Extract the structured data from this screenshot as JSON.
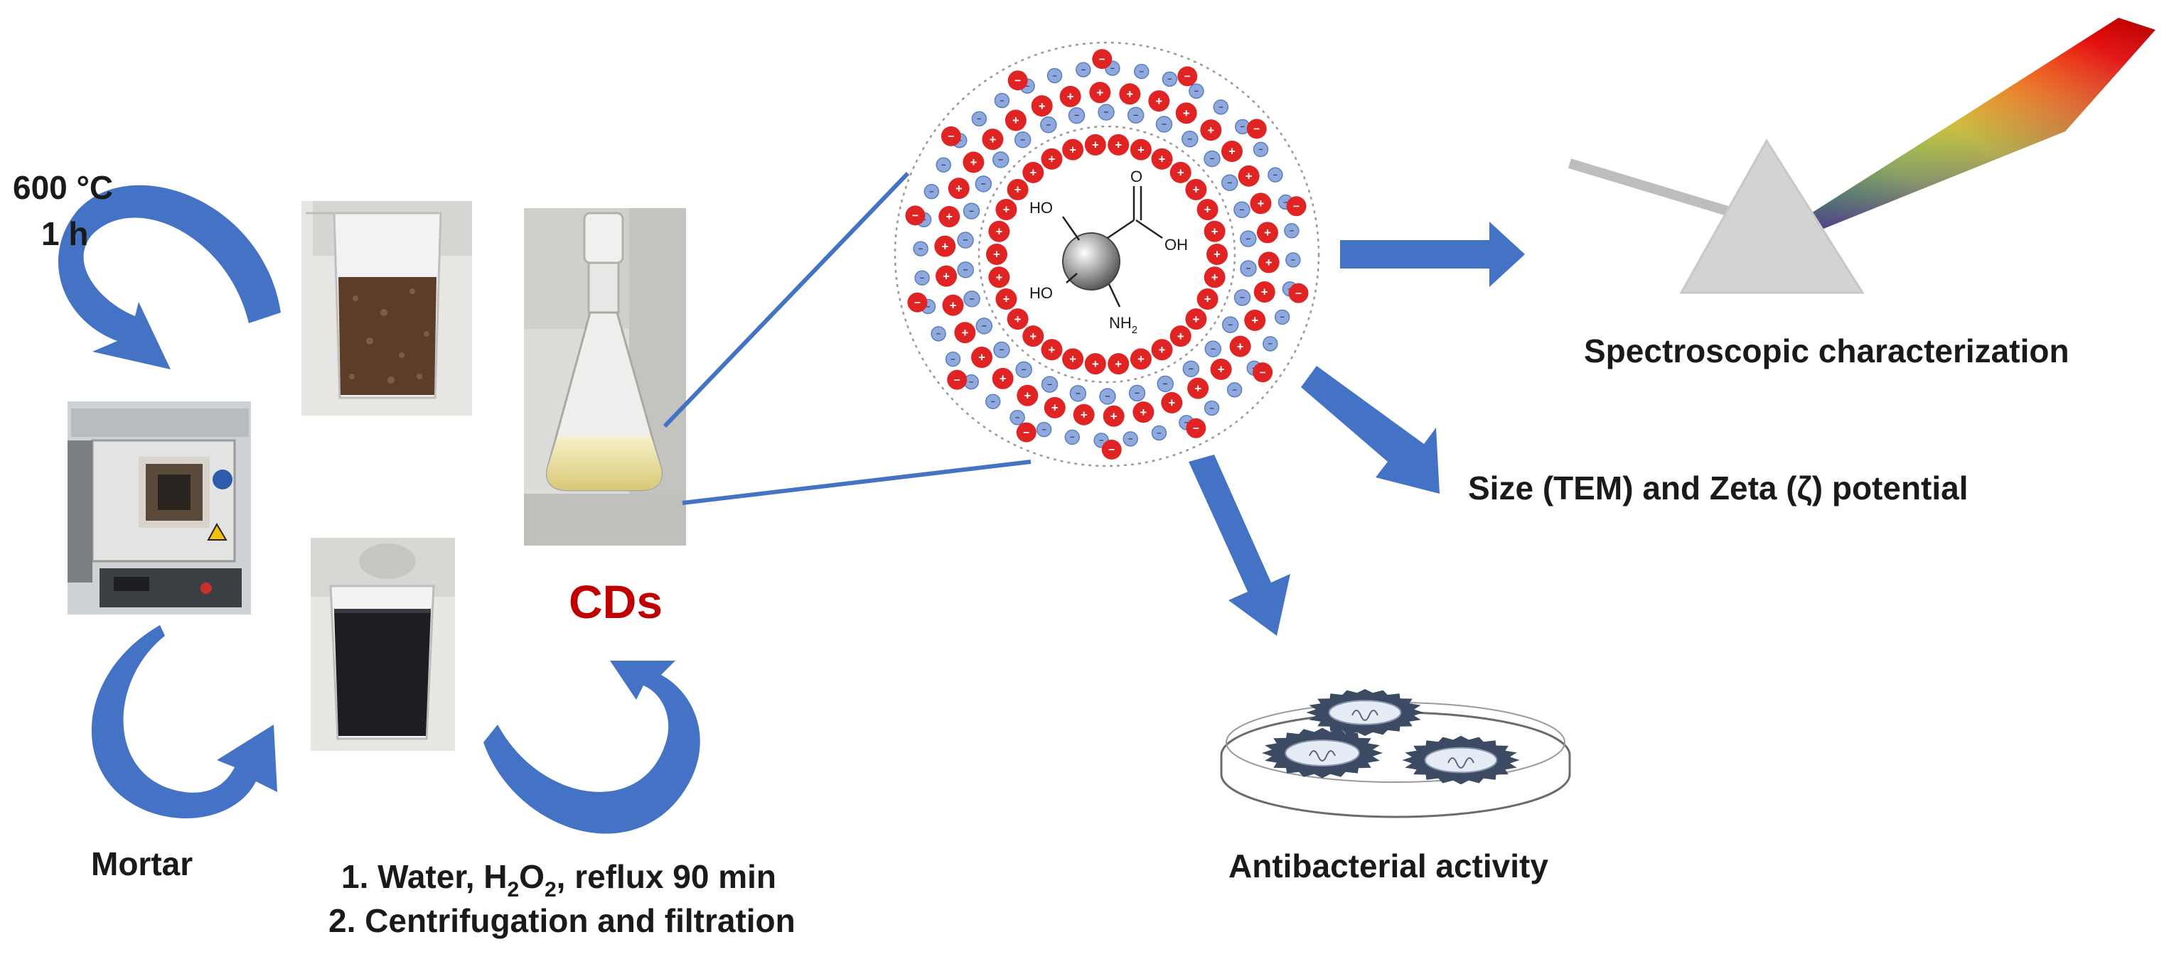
{
  "steps": {
    "heat_temp": "600 °C",
    "heat_time": "1 h",
    "mortar": "Mortar",
    "process_line1_a": "1. Water, H",
    "process_line1_sub": "2",
    "process_line1_b": "O",
    "process_line1_sub2": "2",
    "process_line1_c": ", reflux 90 min",
    "process_line2": "2. Centrifugation and filtration",
    "product": "CDs"
  },
  "molecule": {
    "ho_top": "HO",
    "oh_right": "OH",
    "ho_bottom": "HO",
    "o_carbonyl": "O",
    "nh2": "NH",
    "nh2_sub": "2"
  },
  "outcomes": {
    "spectroscopy": "Spectroscopic characterization",
    "size_zeta": "Size (TEM) and Zeta (ζ) potential",
    "antibacterial": "Antibacterial activity"
  },
  "ions": {
    "positive_sign": "+",
    "negative_sign": "−"
  },
  "colors": {
    "arrow_blue": "#4472c4",
    "cation_red": "#e02424",
    "anion_blue": "#8fa9dc",
    "product_red": "#c00000",
    "prism_grey": "#d3d3d3"
  }
}
